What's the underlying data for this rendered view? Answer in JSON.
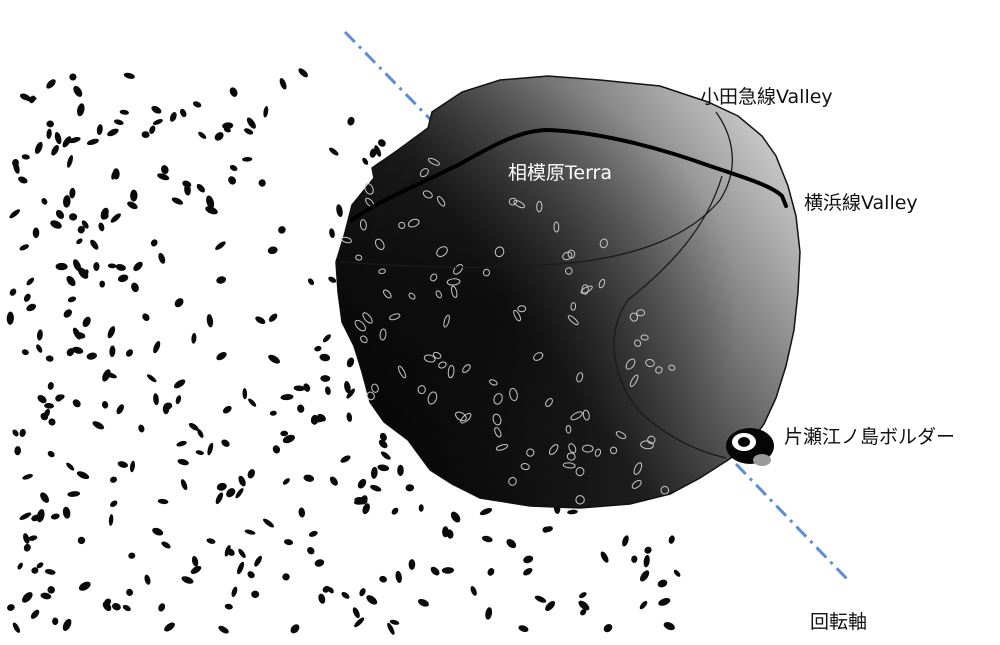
{
  "labels": {
    "odakyu": "小田急線Valley",
    "sagamihara": "相模原Terra",
    "yokohama": "横浜線Valley",
    "katase": "片瀬江ノ島ボルダー",
    "axis": "回転軸"
  },
  "colors": {
    "axis_line": "#5b8ed6",
    "body_dark": "#0e0e0e",
    "body_light": "#b4b4b4",
    "debris": "#0a0a0a",
    "crater_stroke": "#c8c8c8",
    "ridge": "#000000"
  }
}
